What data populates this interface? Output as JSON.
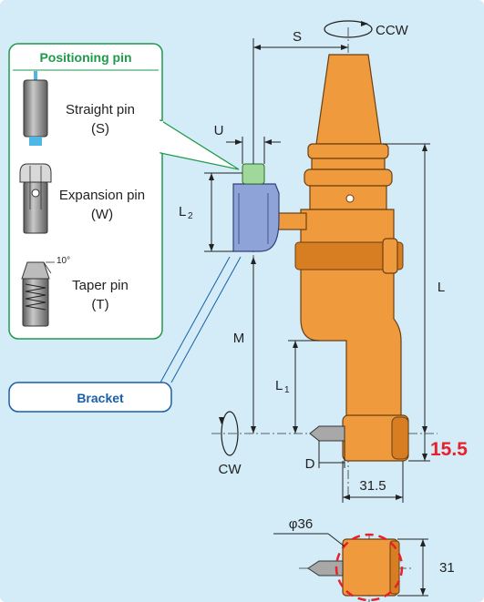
{
  "diagram": {
    "title": "Positioning pin",
    "pins": [
      {
        "name": "Straight pin",
        "code": "(S)"
      },
      {
        "name": "Expansion pin",
        "code": "(W)"
      },
      {
        "name": "Taper pin",
        "code": "(T)"
      }
    ],
    "taper_angle": "10°",
    "bracket_label": "Bracket",
    "dimensions": {
      "S": "S",
      "U": "U",
      "L2_main": "L",
      "L2_sub": "2",
      "L": "L",
      "M": "M",
      "L1_main": "L",
      "L1_sub": "1",
      "D": "D",
      "offset": "15.5",
      "width": "31.5",
      "diameter": "φ36",
      "height": "31"
    },
    "rotation": {
      "ccw": "CCW",
      "cw": "CW"
    },
    "colors": {
      "panel_bg": "#d4ecf8",
      "card_border": "#1e9a4a",
      "bracket_border": "#1a5fa8",
      "body_orange": "#ef9a3c",
      "bracket_blue": "#8ea3d8",
      "highlight_red": "#e8202a"
    }
  }
}
